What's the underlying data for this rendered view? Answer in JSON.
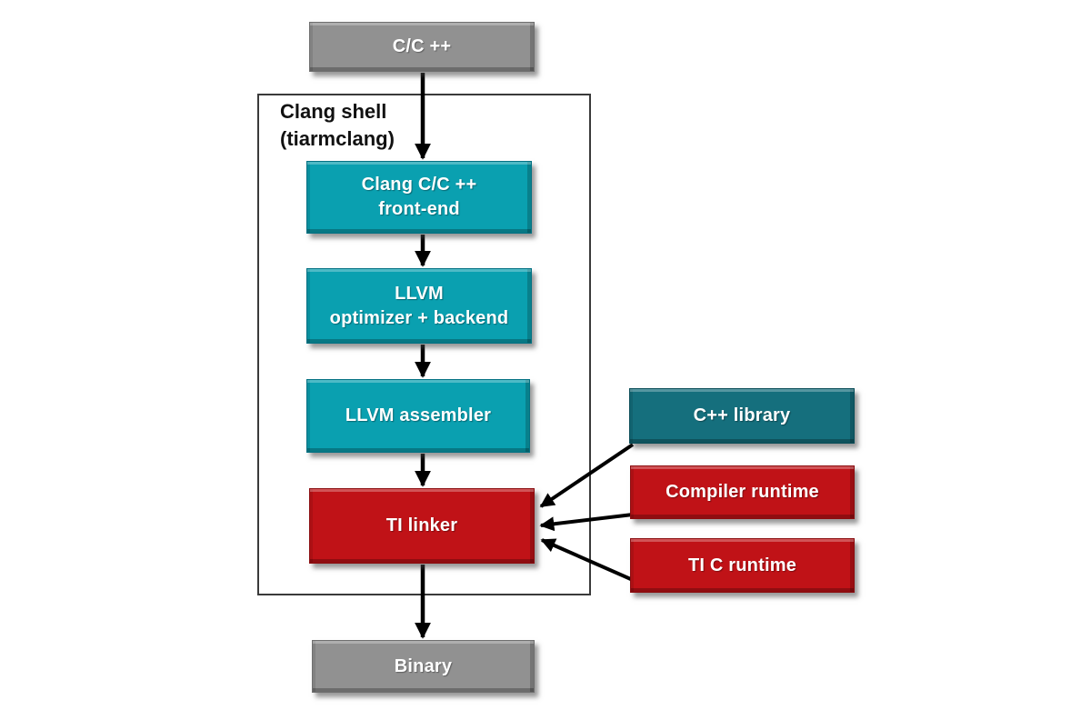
{
  "diagram": {
    "background": "#ffffff",
    "container": {
      "label": "Clang shell\n(tiarmclang)"
    },
    "nodes": {
      "source": {
        "label": "C/C ++",
        "color": "#919191"
      },
      "frontend": {
        "label": "Clang C/C ++\nfront-end",
        "color": "#0aa0b0"
      },
      "optimizer": {
        "label": "LLVM\noptimizer + backend",
        "color": "#0aa0b0"
      },
      "assembler": {
        "label": "LLVM assembler",
        "color": "#0aa0b0"
      },
      "linker": {
        "label": "TI linker",
        "color": "#c01217"
      },
      "cpp_library": {
        "label": "C++ library",
        "color": "#156f7d"
      },
      "compiler_runtime": {
        "label": "Compiler runtime",
        "color": "#c01217"
      },
      "ti_c_runtime": {
        "label": "TI C runtime",
        "color": "#c01217"
      },
      "binary": {
        "label": "Binary",
        "color": "#919191"
      }
    },
    "edges": [
      {
        "from": "source",
        "to": "frontend"
      },
      {
        "from": "frontend",
        "to": "optimizer"
      },
      {
        "from": "optimizer",
        "to": "assembler"
      },
      {
        "from": "assembler",
        "to": "linker"
      },
      {
        "from": "linker",
        "to": "binary"
      },
      {
        "from": "cpp_library",
        "to": "linker"
      },
      {
        "from": "compiler_runtime",
        "to": "linker"
      },
      {
        "from": "ti_c_runtime",
        "to": "linker"
      }
    ],
    "arrow_color": "#000000"
  }
}
